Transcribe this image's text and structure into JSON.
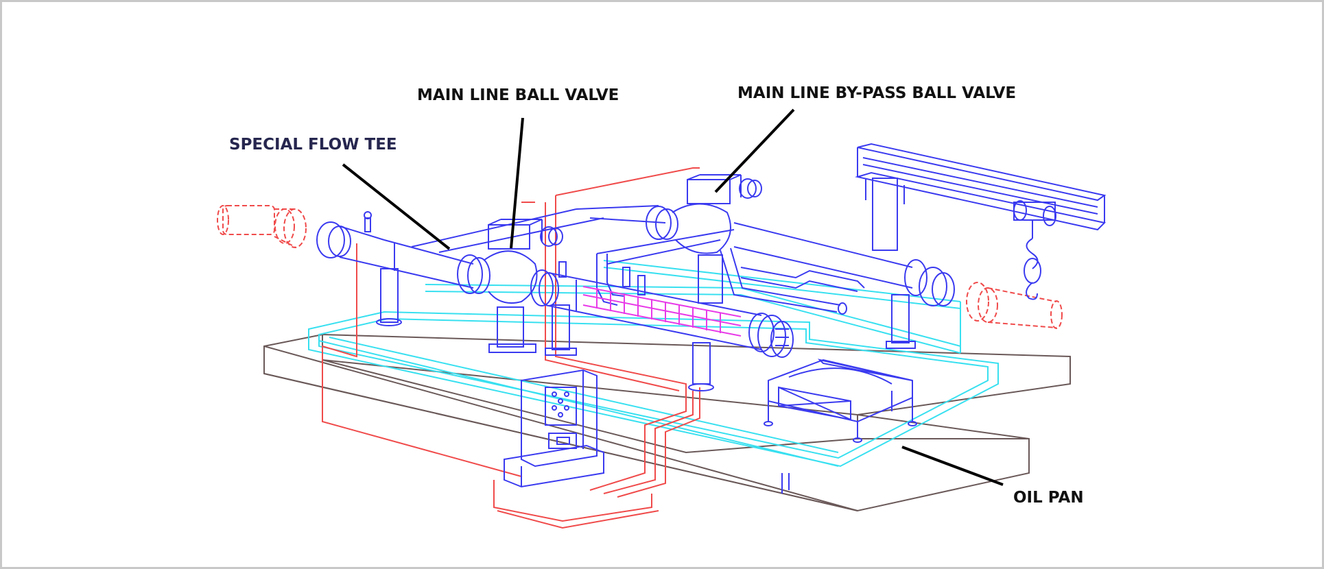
{
  "labels": {
    "special_flow_tee": "SPECIAL FLOW TEE",
    "main_line_ball_valve": "MAIN LINE BALL VALVE",
    "bypass_ball_valve": "MAIN LINE BY-PASS BALL VALVE",
    "oil_pan": "OIL PAN"
  },
  "colors": {
    "piping": "#3a3af0",
    "electrical": "#f04a4a",
    "oil_pan": "#38e0f0",
    "foundation": "#6a5858",
    "strainer_element": "#e83ae8",
    "leader": "#000000",
    "border": "#c8c8c8"
  }
}
